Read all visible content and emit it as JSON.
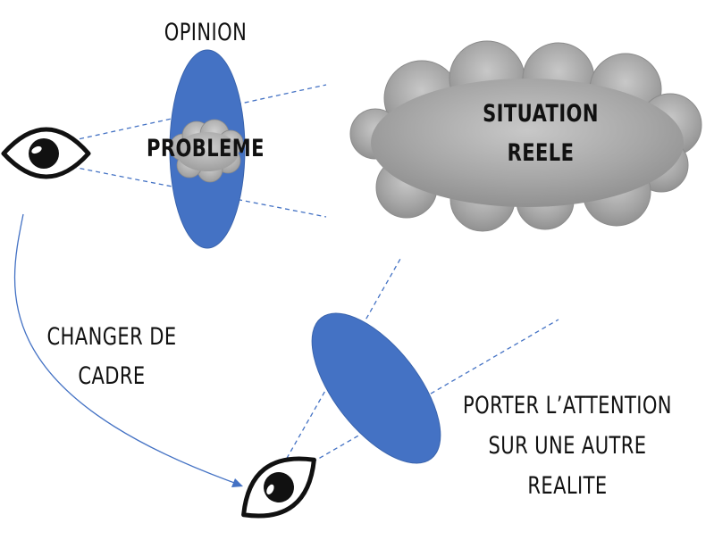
{
  "labels": {
    "opinion": "OPINION",
    "probleme": "PROBLEME",
    "situation_line1": "SITUATION",
    "situation_line2": "REELE",
    "changer_line1": "CHANGER DE",
    "changer_line2": "CADRE",
    "porter_line1": "PORTER L’ATTENTION",
    "porter_line2": "SUR UNE AUTRE",
    "porter_line3": "REALITE"
  },
  "colors": {
    "lens_blue": "#4472C4",
    "cloud_gray": "#a6a6a6",
    "dash_blue": "#4472C4",
    "eye_black": "#111111"
  },
  "icons": {
    "top_eye": "eye-icon",
    "bottom_eye": "eye-icon",
    "arrow": "curved-arrow-icon"
  }
}
